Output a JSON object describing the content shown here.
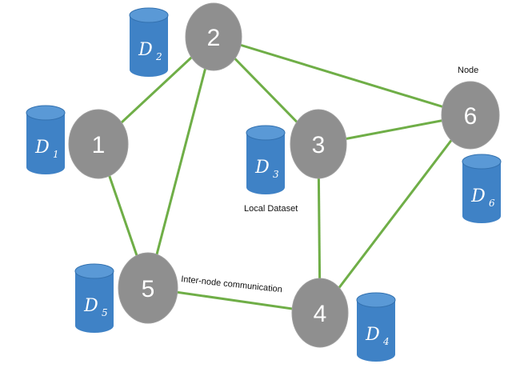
{
  "colors": {
    "node_fill": "#8f8f8f",
    "node_stroke": "#9e9e9e",
    "edge": "#6fae47",
    "dataset_fill": "#3f82c6",
    "dataset_top": "#5a99d6",
    "text_white": "#ffffff",
    "text_dark": "#111111"
  },
  "nodes": [
    {
      "id": "1",
      "label": "1"
    },
    {
      "id": "2",
      "label": "2"
    },
    {
      "id": "3",
      "label": "3"
    },
    {
      "id": "4",
      "label": "4"
    },
    {
      "id": "5",
      "label": "5"
    },
    {
      "id": "6",
      "label": "6"
    }
  ],
  "edges": [
    [
      "1",
      "2"
    ],
    [
      "1",
      "5"
    ],
    [
      "2",
      "5"
    ],
    [
      "2",
      "3"
    ],
    [
      "2",
      "6"
    ],
    [
      "3",
      "6"
    ],
    [
      "3",
      "4"
    ],
    [
      "4",
      "6"
    ],
    [
      "5",
      "4"
    ]
  ],
  "datasets": [
    {
      "node": "1",
      "symbol": "D",
      "sub": "1"
    },
    {
      "node": "2",
      "symbol": "D",
      "sub": "2"
    },
    {
      "node": "3",
      "symbol": "D",
      "sub": "3"
    },
    {
      "node": "4",
      "symbol": "D",
      "sub": "4"
    },
    {
      "node": "5",
      "symbol": "D",
      "sub": "5"
    },
    {
      "node": "6",
      "symbol": "D",
      "sub": "6"
    }
  ],
  "annotations": {
    "node": "Node",
    "local_dataset": "Local Dataset",
    "inter_node": "Inter-node communication"
  },
  "icons": {
    "node": "circle-node-icon",
    "dataset": "database-cylinder-icon"
  }
}
